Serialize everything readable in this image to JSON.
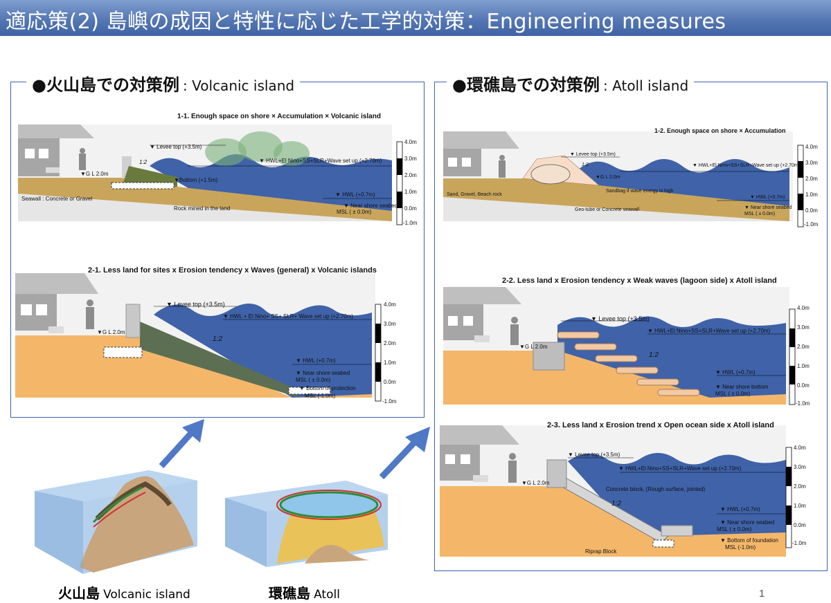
{
  "header": {
    "title": "適応策(2) 島嶼の成因と特性に応じた工学的対策：Engineering measures"
  },
  "volcanic": {
    "title_jp": "●火山島での対策例",
    "title_en": ": Volcanic island",
    "d1": {
      "caption": "1-1. Enough space on shore × Accumulation × Volcanic island",
      "levee": "▼ Levee top (+3.5m)",
      "hwl": "▼ HWL+El Nino+SS+SLR+Wave set up (+2.70m)",
      "slope": "1:2",
      "gl": "▼G L 2.0m",
      "bottom": "▼Bottom (+1.5m)",
      "hwl2": "▼ HWL (+0.7m)",
      "seabed": "▼ Near shore seabed",
      "msl": "MSL ( ± 0.0m)",
      "seawall": "Seawall : Concrete or Gravel",
      "rock": "Rock mined in the land",
      "scale": [
        "4.0m",
        "3.0m",
        "2.0m",
        "1.0m",
        "0.0m",
        "-1.0m"
      ]
    },
    "d2": {
      "caption": "2-1. Less land for sites x Erosion tendency x Waves (general) x Volcanic islands",
      "levee": "▼ Levee top (+3.5m)",
      "hwl": "▼ HWL + El Nino+ SS+ SLR+ Wave set up (+2.70m)",
      "slope": "1:2",
      "gl": "▼G L 2.0m",
      "hwl2": "▼ HWL (+0.7m)",
      "seabed": "▼ Near shore seabed",
      "msl": "MSL ( ± 0.0m)",
      "bop": "▼ Bottom of protection",
      "msl2": "MSL (-1.0m)",
      "scale": [
        "4.0m",
        "3.0m",
        "2.0m",
        "1.0m",
        "0.0m",
        "-1.0m"
      ]
    }
  },
  "atoll": {
    "title_jp": "●環礁島での対策例",
    "title_en": ": Atoll island",
    "d1": {
      "caption": "1-2. Enough space on shore × Accumulation",
      "levee": "▼ Levee top (+3.5m)",
      "hwl": "▼ HWL+El Nino+SS+SLR+Wave set up (+2.70m)",
      "slope": "1:2",
      "gl": "▼G L 2.0m",
      "sandbag": "Sandbag if wave energy is high",
      "hwl2": "▼ HWL (+0.7m)",
      "seabed": "▼ Near shore seabed",
      "msl": "MSL ( ± 0.0m)",
      "sand": "Sand, Gravel, Beach rock",
      "geotube": "Geo-tube or Concrete seawall",
      "scale": [
        "4.0m",
        "3.0m",
        "2.0m",
        "1.0m",
        "0.0m",
        "-1.0m"
      ]
    },
    "d2": {
      "caption": "2-2. Less land x Erosion tendency x Weak waves (lagoon side) x Atoll island",
      "levee": "▼ Levee top (+3.5m)",
      "hwl": "▼ HWL+El Nino+SS+SLR+Wave set up (+2.70m)",
      "slope": "1:2",
      "gl": "▼G L 2.0m",
      "hwl2": "▼ HWL (+0.7m)",
      "seabed": "▼ Near shore bottom",
      "msl": "MSL ( ± 0.0m)",
      "scale": [
        "4.0m",
        "3.0m",
        "2.0m",
        "1.0m",
        "0.0m",
        "-1.0m"
      ]
    },
    "d3": {
      "caption": "2-3. Less land x Erosion trend x Open ocean side x Atoll island",
      "levee": "▼ Levee top (+3.5m)",
      "hwl": "▼ HWL+El Nino+SS+SLR+Wave set up (+2.70m)",
      "slope": "1:2",
      "gl": "▼G L 2.0m",
      "concrete": "Concrete block, (Rough surface, jointed)",
      "hwl2": "▼ HWL (+0.7m)",
      "seabed": "▼ Near shore seabed",
      "msl": "MSL ( ± 0.0m)",
      "bof": "▼ Bottom of foundation",
      "msl2": "MSL (-1.0m)",
      "riprap": "Riprap Block",
      "scale": [
        "4.0m",
        "3.0m",
        "2.0m",
        "1.0m",
        "0.0m",
        "-1.0m"
      ]
    }
  },
  "blocks": {
    "volcanic_jp": "火山島",
    "volcanic_en": "Volcanic island",
    "atoll_jp": "環礁島",
    "atoll_en": "Atoll"
  },
  "page_number": "1"
}
